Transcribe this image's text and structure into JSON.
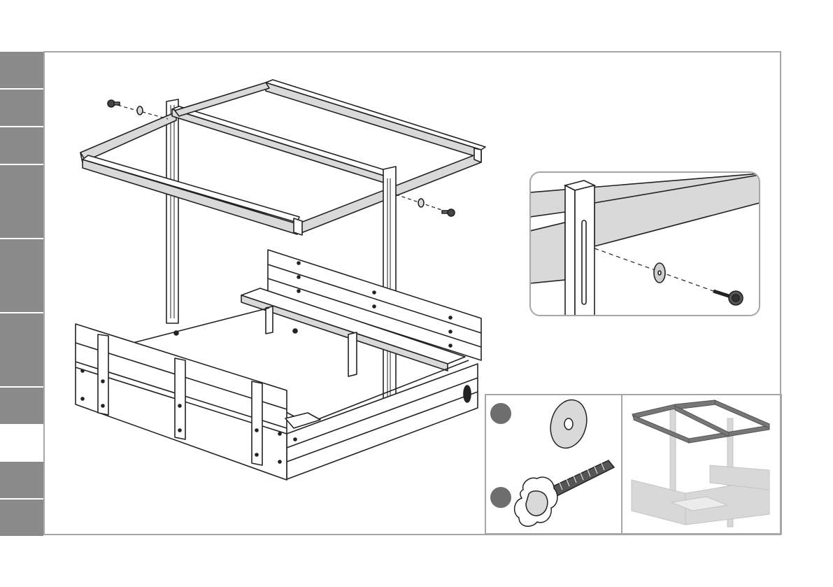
{
  "page": {
    "colors": {
      "tab": "#8a8a8a",
      "frame": "#a7a7a7",
      "part_fill": "#d9d9d9",
      "line": "#222222",
      "step_marker": "#6e6e6e",
      "ghost_structure": "#d8d8d8",
      "roof_dark": "#777777"
    },
    "illustrations": {
      "main": "sandbox-roof-assembly-illustration",
      "detail": "bolt-washer-detail-illustration",
      "parts": [
        "washer-icon",
        "star-knob-bolt-icon"
      ],
      "overview": "completed-sandbox-overview-illustration"
    }
  }
}
